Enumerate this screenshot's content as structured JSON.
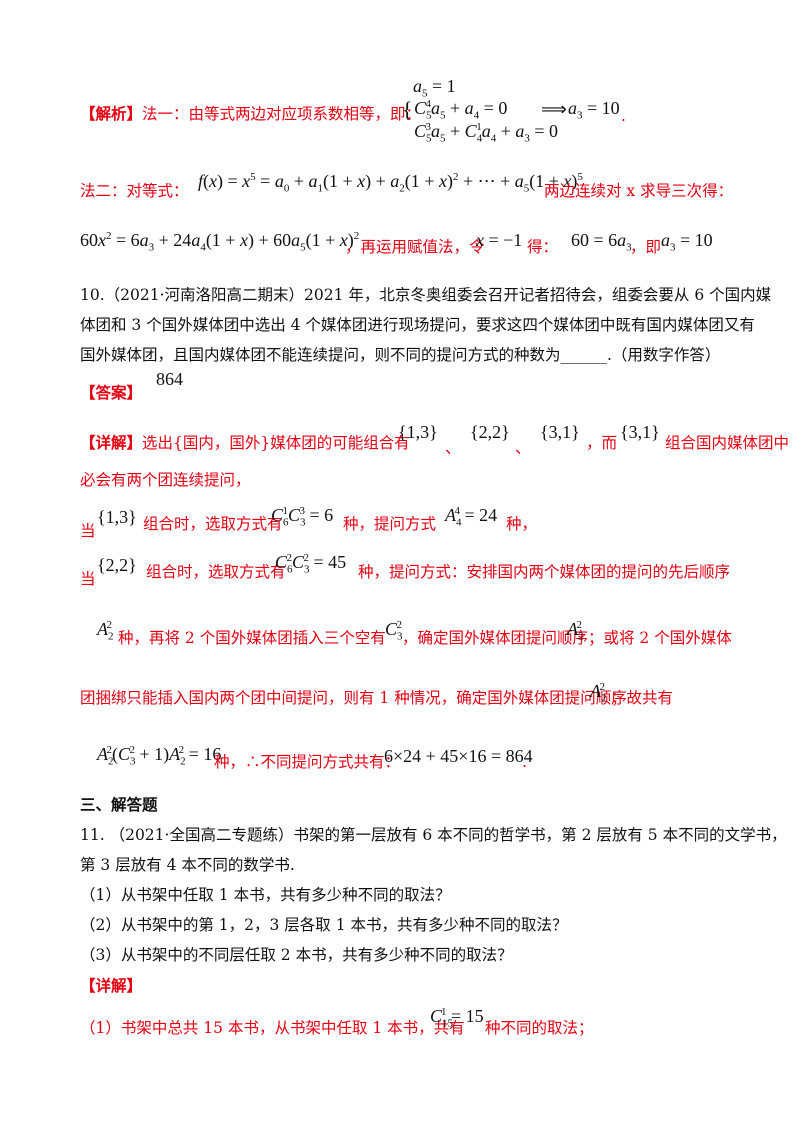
{
  "jiexi": {
    "tag": "【解析】",
    "fa1": "法一：由等式两边对应项系数相等，即：",
    "eq_line1": "a₅ = 1",
    "eq_line2": "C₅⁴a₅ + a₄ = 0",
    "eq_line3": "C₅³a₅ + C₄¹a₄ + a₃ = 0",
    "result": "a₃ = 10",
    "brace": "{",
    "arrow": "⟹",
    "end": ".",
    "fa2_prefix": "法二：对等式：",
    "fa2_formula": "f(x) = x⁵ = a₀ + a₁(1+x) + a₂(1+x)² + ⋯ + a₅(1+x)⁵",
    "fa2_suffix": "两边连续对 x 求导三次得：",
    "deriv": "60x² = 6a₃ + 24a₄(1+x) + 60a₅(1+x)²",
    "deriv_mid": "，再运用赋值法，令",
    "xval": "x = −1",
    "de": "得：",
    "sixty": "60 = 6a₃",
    "ji": "，即",
    "a3": "a₃ = 10"
  },
  "q10": {
    "line1": "10.（2021·河南洛阳高二期末）2021 年，北京冬奥组委会召开记者招待会，组委会要从 6 个国内媒",
    "line2": "体团和 3 个国外媒体团中选出 4 个媒体团进行现场提问，要求这四个媒体团中既有国内媒体团又有",
    "line3": "国外媒体团，且国内媒体团不能连续提问，则不同的提问方式的种数为______.（用数字作答）",
    "answer_tag": "【答案】",
    "answer": "864"
  },
  "xiangjie10": {
    "tag": "【详解】",
    "l1_a": "选出{国内，国外}媒体团的可能组合有",
    "s13": "{1,3}",
    "dun": "、",
    "s22": "{2,2}",
    "s31": "{3,1}",
    "er": "，而",
    "l1_b": "组合国内媒体团中",
    "l2": "必会有两个团连续提问，",
    "dang": "当",
    "zuhe": "组合时，选取方式有",
    "c1": "C₆¹C₃³ = 6",
    "zhong_tiwen": "种，提问方式",
    "a44": "A₄⁴ = 24",
    "zhong": "种，",
    "c2": "C₆²C₃² = 45",
    "l4_tail": "种，提问方式：安排国内两个媒体团的提问的先后顺序",
    "a22": "A₂²",
    "l5_a": "种，再将 2 个国外媒体团插入三个空有",
    "c32": "C₃²",
    "l5_b": "，确定国外媒体团提问顺序",
    "l5_c": "；或将 2 个国外媒体",
    "l6_a": "团捆绑只能插入国内两个团中间提问，则有 1 种情况，确定国外媒体团提问顺序",
    "l6_b": "；故共有",
    "l7_formula": "A₂²(C₃² + 1)A₂² = 16",
    "l7_mid": "种，∴不同提问方式共有：",
    "l7_total": "6×24 + 45×16 = 864",
    "period": "."
  },
  "section3": {
    "title": "三、解答题",
    "q11_l1": "11.  （2021·全国高二专题练）书架的第一层放有 6 本不同的哲学书，第 2 层放有 5 本不同的文学书，",
    "q11_l2": "第 3 层放有 4 本不同的数学书.",
    "sub1": "（1）从书架中任取 1 本书，共有多少种不同的取法？",
    "sub2": "（2）从书架中的第 1，2，3 层各取 1 本书，共有多少种不同的取法？",
    "sub3": "（3）从书架中的不同层任取 2 本书，共有多少种不同的取法？",
    "xiangjie": "【详解】",
    "ans1_a": "（1）书架中总共 15 本书，从书架中任取 1 本书，共有",
    "c15": "C₁₅¹ = 15",
    "ans1_b": "种不同的取法；"
  }
}
